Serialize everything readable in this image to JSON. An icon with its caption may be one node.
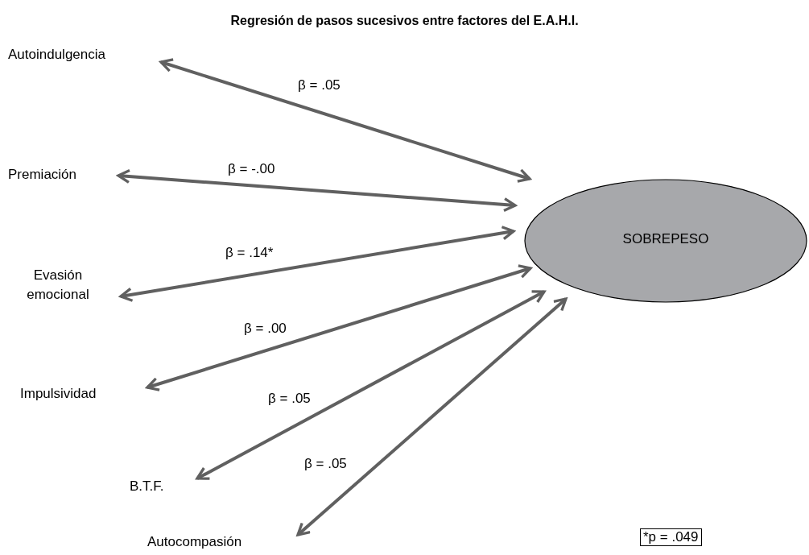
{
  "diagram": {
    "title": "Regresión de pasos sucesivos entre factores del E.A.H.I.",
    "nodes": [
      {
        "text": [
          "Autoindulgencia"
        ]
      },
      {
        "text": [
          "Premiación"
        ]
      },
      {
        "text": [
          "Evasión emocional"
        ]
      },
      {
        "text": [
          "Impulsividad"
        ]
      },
      {
        "text": [
          "B.T.F."
        ]
      },
      {
        "text": [
          "Autocompasión"
        ]
      },
      {
        "text": [
          "SOBREPESO"
        ]
      }
    ],
    "edges": [
      {
        "from": 0,
        "to": 6,
        "arrow": "both",
        "label": "β = .05"
      },
      {
        "from": 1,
        "to": 6,
        "arrow": "both",
        "label": "β = -.00"
      },
      {
        "from": 2,
        "to": 6,
        "arrow": "both",
        "label": "β = .14*"
      },
      {
        "from": 3,
        "to": 6,
        "arrow": "both",
        "label": "β = .00"
      },
      {
        "from": 4,
        "to": 6,
        "arrow": "both",
        "label": "β = .05"
      },
      {
        "from": 5,
        "to": 6,
        "arrow": "both",
        "label": "β = .05"
      }
    ],
    "labels": [
      "*p = .049"
    ]
  }
}
